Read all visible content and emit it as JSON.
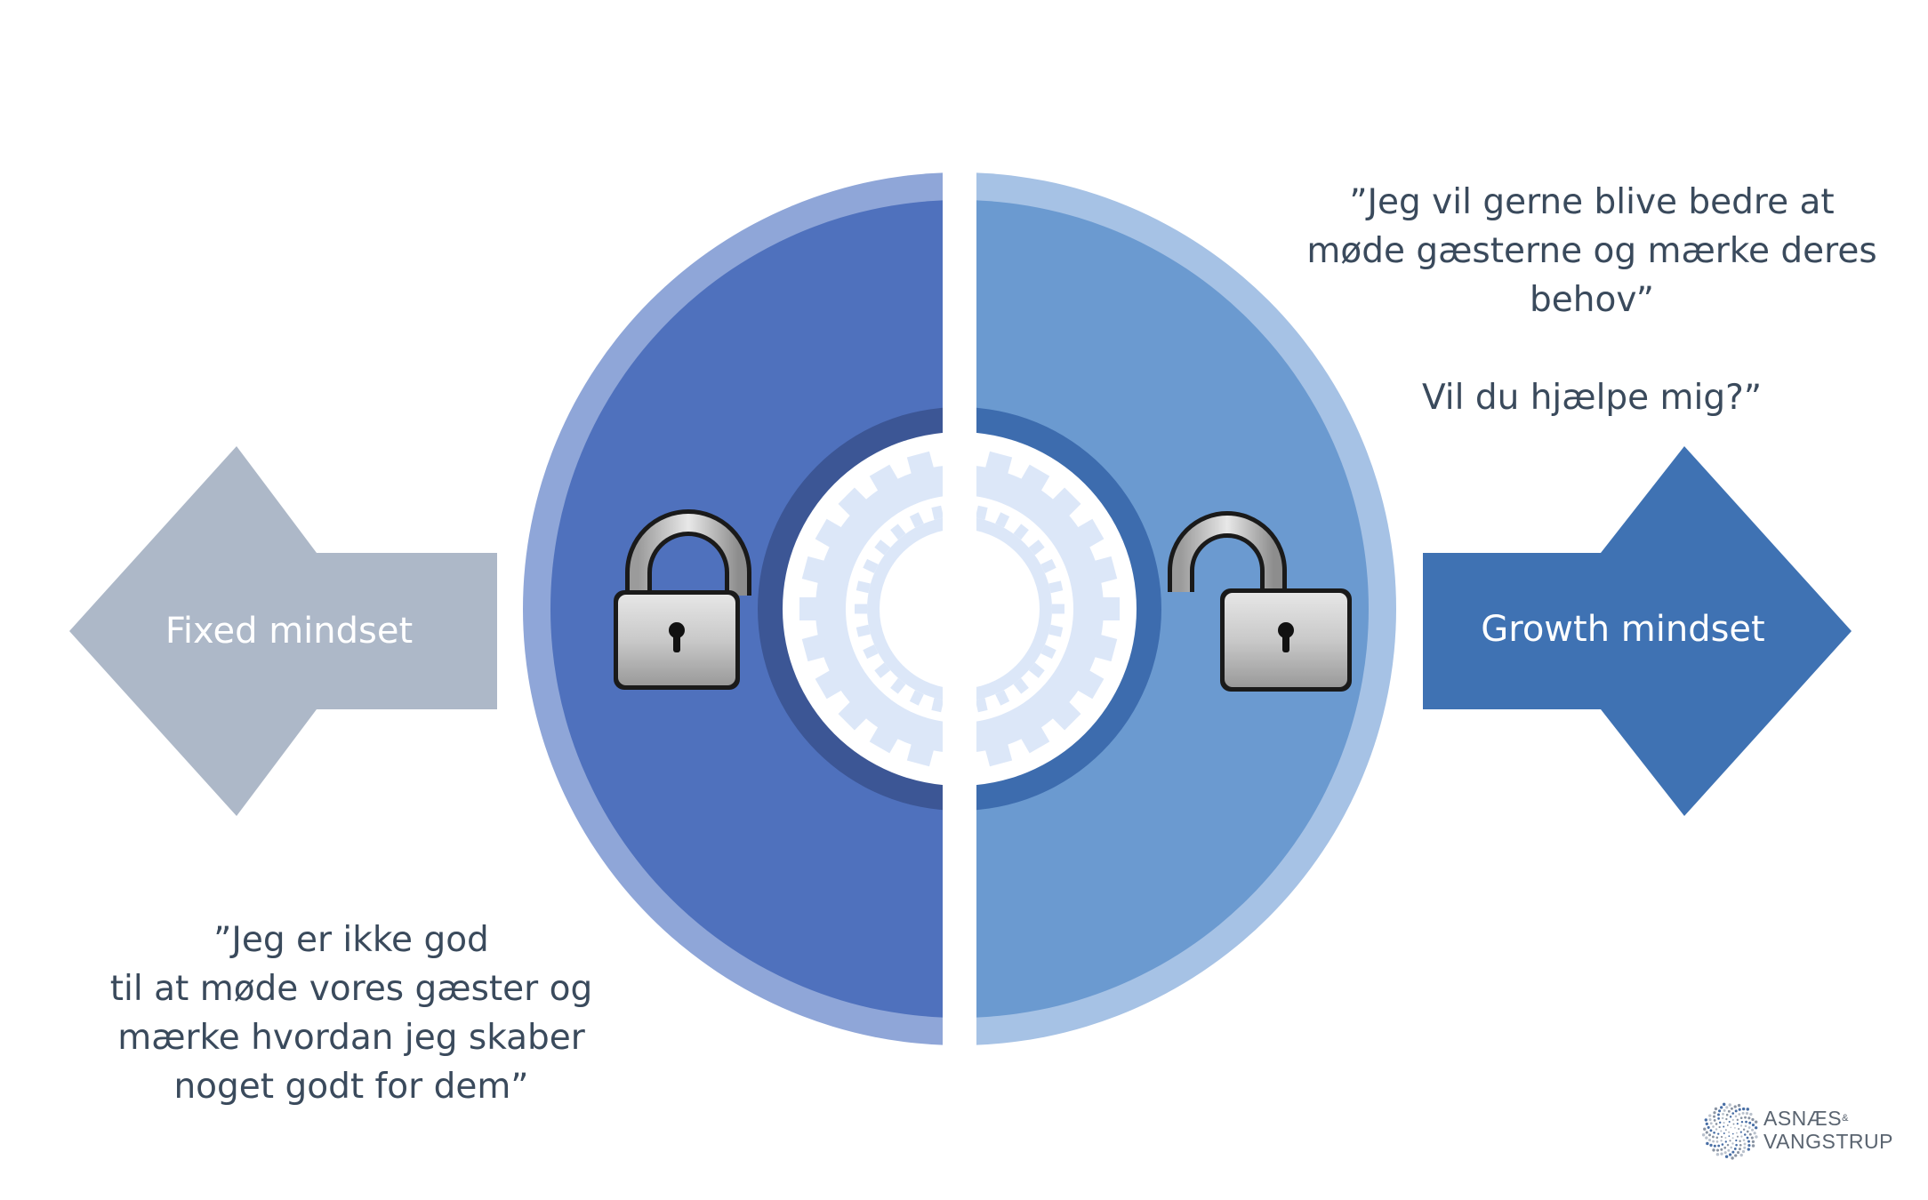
{
  "left_arrow": {
    "label": "Fixed mindset",
    "color": "#adb8c8"
  },
  "right_arrow": {
    "label": "Growth mindset",
    "color": "#3f72b3"
  },
  "left_half": {
    "fill": "#4f71bd",
    "ring": "#8fa6d8",
    "inner_ring": "#3c5695",
    "icon": "locked-padlock-icon"
  },
  "right_half": {
    "fill": "#6b9ad0",
    "ring": "#a6c2e5",
    "inner_ring": "#3d6cae",
    "icon": "unlocked-padlock-icon"
  },
  "center": {
    "icon": "gear-icon",
    "gear_color": "#dce7f8"
  },
  "left_quote": {
    "lines": [
      "”Jeg er ikke god",
      "til at møde vores gæster og",
      "mærke hvordan jeg skaber",
      "noget godt for dem”"
    ]
  },
  "right_quote": {
    "lines": [
      "”Jeg vil gerne blive bedre at",
      "møde gæsterne og mærke deres",
      "behov”"
    ],
    "question": "Vil du hjælpe mig?”"
  },
  "logo": {
    "line1": "ASNÆS",
    "amp": "&",
    "line2": "VANGSTRUP",
    "icon": "dotted-spiral-logo-icon"
  }
}
